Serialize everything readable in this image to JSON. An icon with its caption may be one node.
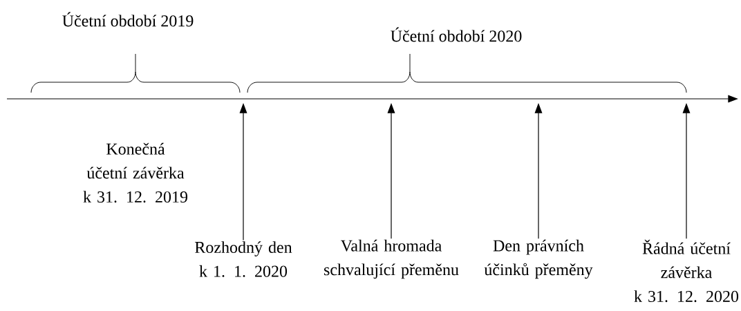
{
  "diagram": {
    "nodes": [
      {
        "text": [
          "Rozhodný den",
          "k 1. 1. 2020"
        ]
      },
      {
        "text": [
          "Valná hromada schvalující přeměnu"
        ]
      },
      {
        "text": [
          "Den právních účinků přeměny"
        ]
      },
      {
        "text": [
          "Řádná účetní závěrka",
          "k 31. 12. 2020"
        ]
      }
    ],
    "edges": [
      {
        "from": 0,
        "to": null,
        "arrow": "to"
      },
      {
        "from": 1,
        "to": null,
        "arrow": "to"
      },
      {
        "from": 2,
        "to": null,
        "arrow": "to"
      },
      {
        "from": 3,
        "to": null,
        "arrow": "to"
      }
    ],
    "labels": [
      "Účetní období 2019",
      "Účetní období 2020",
      "Konečná účetní závěrka",
      "k 31. 12. 2019"
    ]
  }
}
